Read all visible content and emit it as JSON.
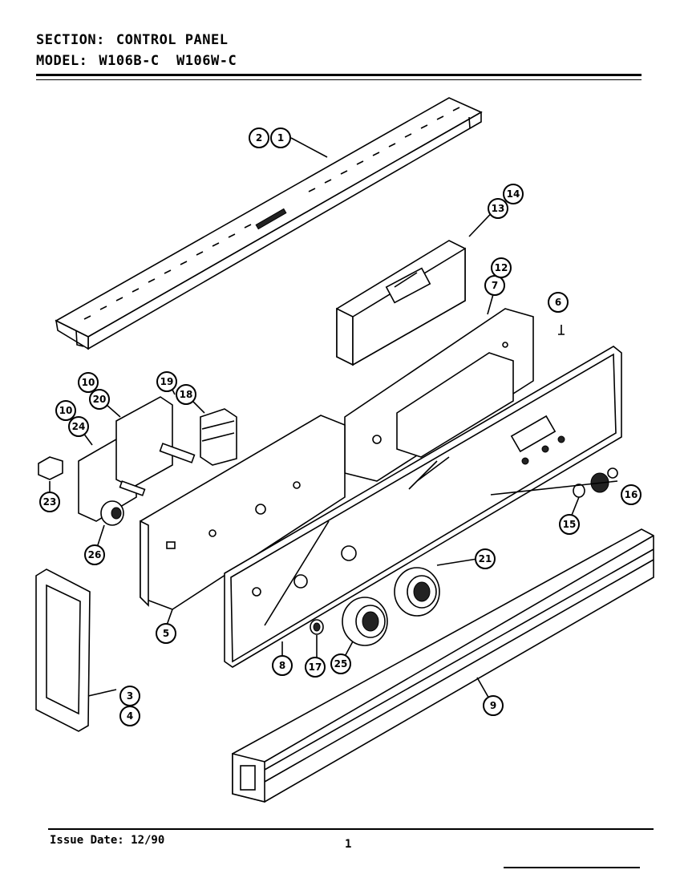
{
  "header": {
    "section_label": "SECTION:",
    "section_value": "CONTROL PANEL",
    "model_label": "MODEL:",
    "model_value": "W106B-C  W106W-C"
  },
  "footer": {
    "issue_date": "Issue Date: 12/90",
    "page_number": "1"
  },
  "callouts": {
    "c1": "1",
    "c2": "2",
    "c3": "3",
    "c4": "4",
    "c5": "5",
    "c6": "6",
    "c7": "7",
    "c8": "8",
    "c9": "9",
    "c10a": "10",
    "c10b": "10",
    "c12": "12",
    "c13": "13",
    "c14": "14",
    "c15": "15",
    "c16": "16",
    "c17": "17",
    "c18": "18",
    "c19": "19",
    "c20": "20",
    "c21": "21",
    "c23": "23",
    "c24": "24",
    "c25": "25",
    "c26": "26"
  }
}
